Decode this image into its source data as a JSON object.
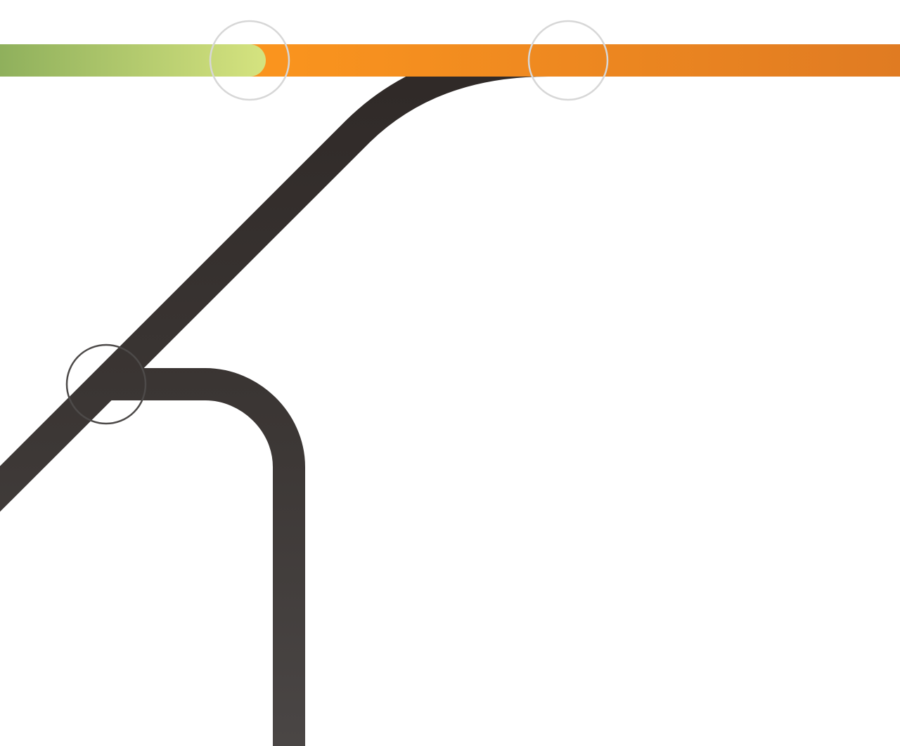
{
  "colors": {
    "background": "#ffffff",
    "line_dark_top": "#2f2927",
    "line_dark_mid": "#3c3735",
    "line_dark_bottom": "#4a4645",
    "line_orange_start": "#fb951e",
    "line_orange_end": "#e07b22",
    "line_green_start": "#8fb05c",
    "line_green_end": "#d5e37f",
    "station_ring_light": "#d7d7d7",
    "station_ring_dark": "#4d4a49"
  },
  "lines": [
    {
      "name": "green-line",
      "color_start": "#8fb05c",
      "color_end": "#d5e37f"
    },
    {
      "name": "orange-line",
      "color_start": "#fb951e",
      "color_end": "#e07b22"
    },
    {
      "name": "dark-line-diagonal",
      "color": "#3c3735"
    },
    {
      "name": "dark-line-branch",
      "color": "#3c3735"
    }
  ],
  "stations": [
    {
      "name": "station-green-orange-junction",
      "ring": "light"
    },
    {
      "name": "station-orange-dark-junction",
      "ring": "light"
    },
    {
      "name": "station-dark-crossing",
      "ring": "dark"
    }
  ]
}
